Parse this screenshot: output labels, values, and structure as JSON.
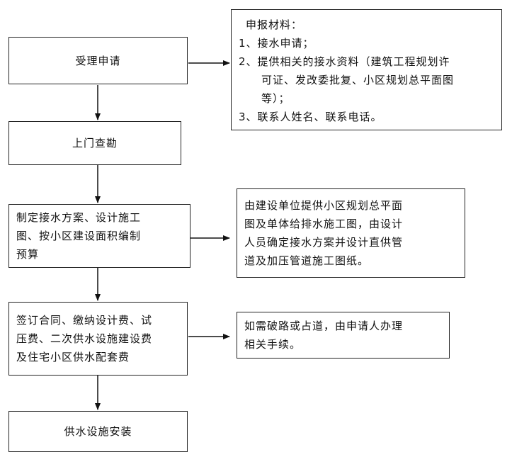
{
  "steps": [
    {
      "id": "accept",
      "label": "受理申请"
    },
    {
      "id": "survey",
      "label": "上门查勘"
    },
    {
      "id": "plan",
      "lines": [
        "制定接水方案、设计施工",
        "图、按小区建设面积编制",
        "预算"
      ]
    },
    {
      "id": "contract",
      "lines": [
        "签订合同、缴纳设计费、试",
        "压费、二次供水设施建设费",
        "及住宅小区供水配套费"
      ]
    },
    {
      "id": "install",
      "label": "供水设施安装"
    }
  ],
  "notes": {
    "materials": {
      "title": "申报材料：",
      "item1": "1、接水申请；",
      "item2_line1": "2、提供相关的接水资料（建筑工程规划许",
      "item2_line2": "可证、发改委批复、小区规划总平面图",
      "item2_line3": "等）；",
      "item3": "3、联系人姓名、联系电话。"
    },
    "plan_note": {
      "lines": [
        "由建设单位提供小区规划总平面",
        "图及单体给排水施工图，由设计",
        "人员确定接水方案并设计直供管",
        "道及加压管道施工图纸。"
      ]
    },
    "road_note": {
      "lines": [
        "如需破路或占道，由申请人办理",
        "相关手续。"
      ]
    }
  }
}
